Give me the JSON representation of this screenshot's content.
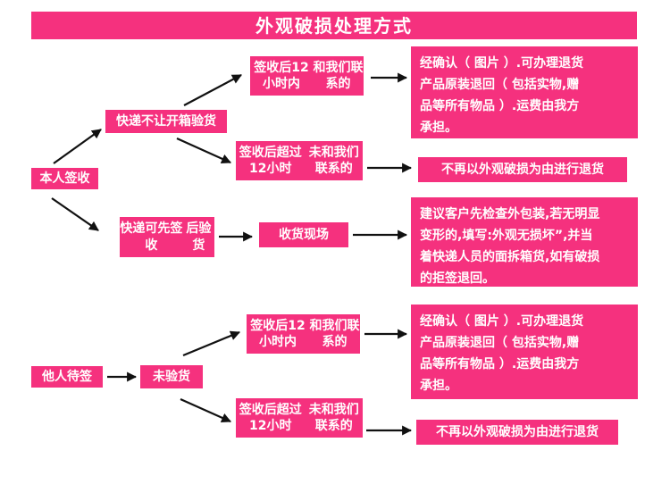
{
  "title": "外观破损处理方式",
  "nodes": {
    "self_sign": "本人签收",
    "no_open": "快递不让开箱验货",
    "inspect_first_l1": "快递可先签收",
    "inspect_first_l2": "后验货",
    "within12_a_l1": "签收后12小时内",
    "within12_a_l2": "和我们联系的",
    "over12_a_l1": "签收后超过12小时",
    "over12_a_l2": "未和我们联系的",
    "scene": "收货现场",
    "other_sign": "他人待签",
    "not_inspected": "未验货",
    "within12_b_l1": "签收后12小时内",
    "within12_b_l2": "和我们联系的",
    "over12_b_l1": "签收后超过12小时",
    "over12_b_l2": "未和我们联系的"
  },
  "results": {
    "refund_a_lines": [
      "经确认（ 图片 ）.可办理退货",
      "产品原装退回（ 包括实物,赠",
      "品等所有物品 ）.运费由我方",
      "承担。"
    ],
    "no_refund_a": "不再以外观破损为由进行退货",
    "advice_lines": [
      "建议客户先检查外包装,若无明显",
      "变形的,填写:外观无损坏”,并当",
      "着快递人员的面拆箱货,如有破损",
      "的拒签退回。"
    ],
    "refund_b_lines": [
      "经确认（ 图片 ）.可办理退货",
      "产品原装退回（ 包括实物,赠",
      "品等所有物品 ）.运费由我方",
      "承担。"
    ],
    "no_refund_b": "不再以外观破损为由进行退货"
  },
  "colors": {
    "box": "#f5317e",
    "text": "#ffffff",
    "arrow": "#111111"
  }
}
